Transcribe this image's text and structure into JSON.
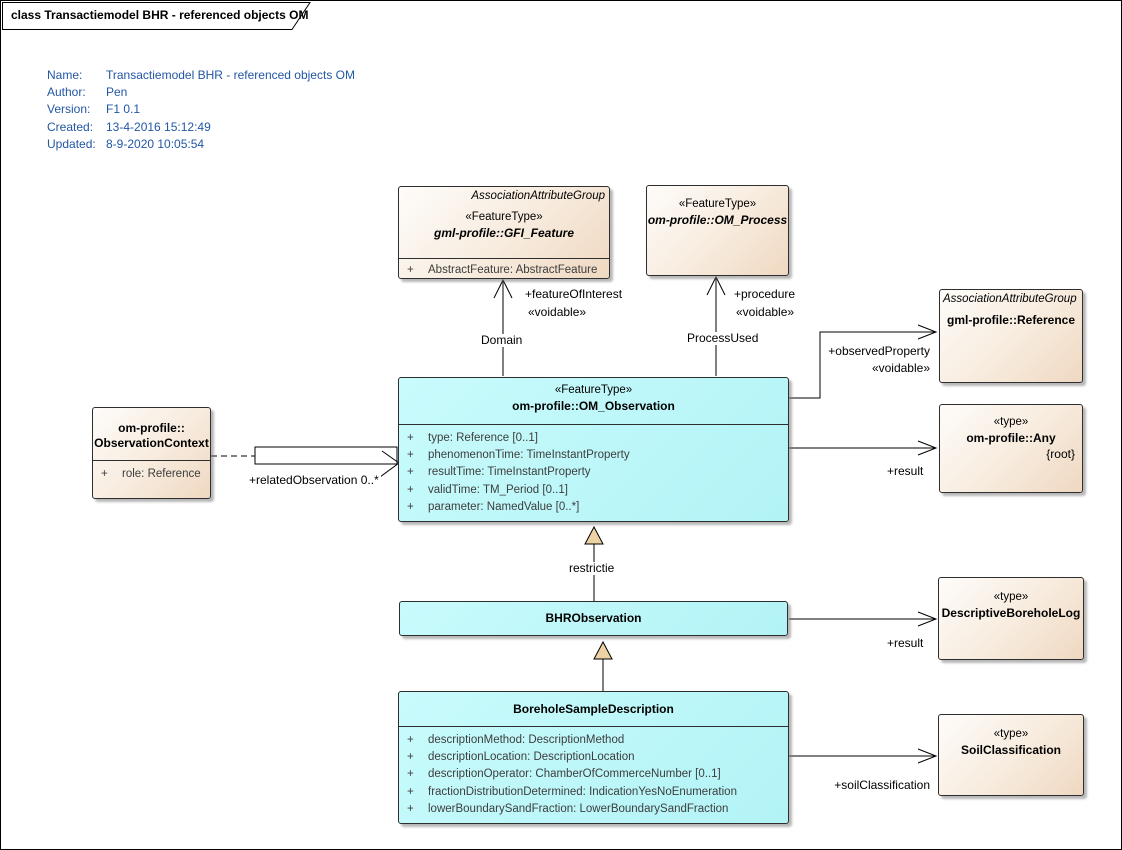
{
  "frame": {
    "tab_title": "class Transactiemodel BHR - referenced objects OM"
  },
  "metadata": {
    "rows": [
      {
        "label": "Name:",
        "value": "Transactiemodel BHR - referenced objects OM"
      },
      {
        "label": "Author:",
        "value": "Pen"
      },
      {
        "label": "Version:",
        "value": "F1 0.1"
      },
      {
        "label": "Created:",
        "value": "13-4-2016 15:12:49"
      },
      {
        "label": "Updated:",
        "value": "8-9-2020 10:05:54"
      }
    ]
  },
  "ui": {
    "plus": "+"
  },
  "colors": {
    "cream": "#efd8c1",
    "cyan": "#b2f3f6",
    "attr-text": "#3d3d3d",
    "meta-blue": "#2257a4",
    "triangle": "#ecd2a4",
    "line": "#000000"
  },
  "boxes": {
    "gfi_feature": {
      "group": "AssociationAttributeGroup",
      "stereotype": "«FeatureType»",
      "name": "gml-profile::GFI_Feature",
      "attributes": [
        "AbstractFeature: AbstractFeature"
      ]
    },
    "om_process": {
      "stereotype": "«FeatureType»",
      "name": "om-profile::OM_Process"
    },
    "reference": {
      "group": "AssociationAttributeGroup",
      "name": "gml-profile::Reference"
    },
    "any": {
      "stereotype": "«type»",
      "name": "om-profile::Any",
      "constraint": "{root}"
    },
    "observation_context": {
      "name_line1": "om-profile::",
      "name_line2": "ObservationContext",
      "attributes": [
        "role: Reference"
      ]
    },
    "om_observation": {
      "stereotype": "«FeatureType»",
      "name": "om-profile::OM_Observation",
      "attributes": [
        "type: Reference [0..1]",
        "phenomenonTime: TimeInstantProperty",
        "resultTime: TimeInstantProperty",
        "validTime: TM_Period [0..1]",
        "parameter: NamedValue [0..*]"
      ]
    },
    "bhr_observation": {
      "name": "BHRObservation"
    },
    "borehole_sample_description": {
      "name": "BoreholeSampleDescription",
      "attributes": [
        "descriptionMethod: DescriptionMethod",
        "descriptionLocation: DescriptionLocation",
        "descriptionOperator: ChamberOfCommerceNumber [0..1]",
        "fractionDistributionDetermined: IndicationYesNoEnumeration",
        "lowerBoundarySandFraction: LowerBoundarySandFraction"
      ]
    },
    "descriptive_borehole_log": {
      "stereotype": "«type»",
      "name": "DescriptiveBoreholeLog"
    },
    "soil_classification": {
      "stereotype": "«type»",
      "name": "SoilClassification"
    }
  },
  "connector_labels": {
    "feature_of_interest": "+featureOfInterest",
    "feature_of_interest_voidable": "«voidable»",
    "domain": "Domain",
    "procedure": "+procedure",
    "procedure_voidable": "«voidable»",
    "process_used": "ProcessUsed",
    "observed_property": "+observedProperty",
    "observed_property_voidable": "«voidable»",
    "result_any": "+result",
    "related_observation": "+relatedObservation 0..*",
    "restrictie": "restrictie",
    "result_log": "+result",
    "soil_classification": "+soilClassification"
  }
}
